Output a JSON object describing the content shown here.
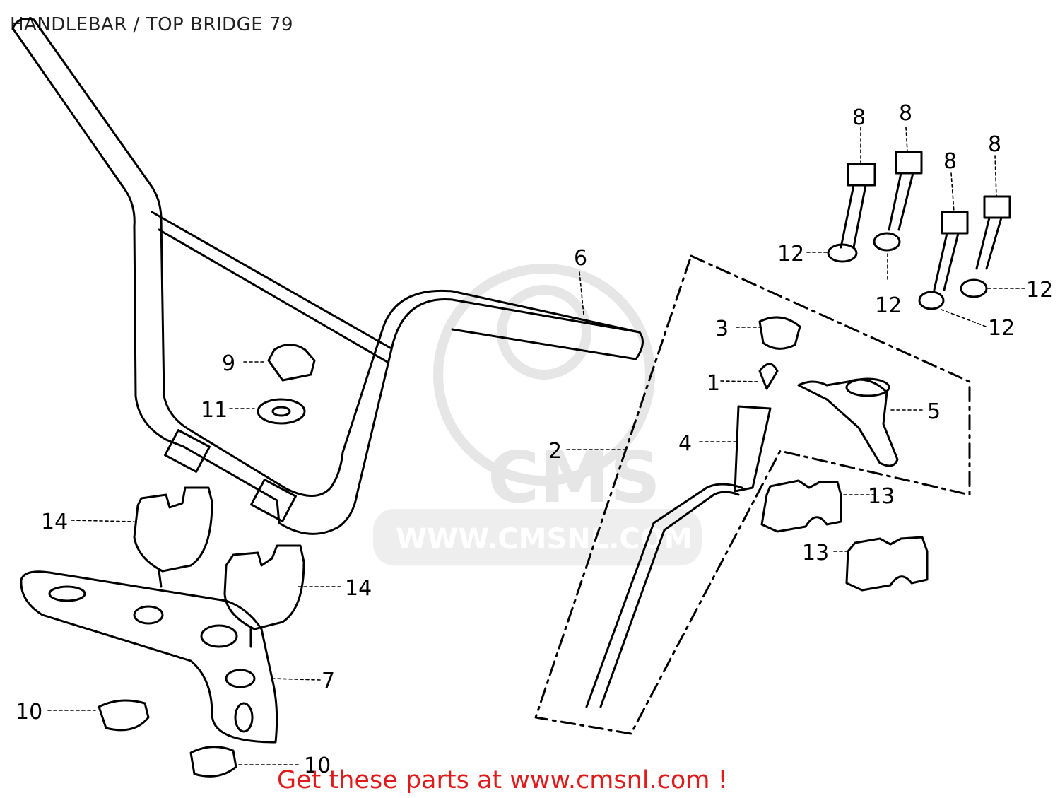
{
  "title": "HANDLEBAR / TOP BRIDGE 79",
  "footer": "Get these parts at www.cmsnl.com !",
  "watermark": {
    "logo_text": "CMS",
    "url_text": "WWW.CMSNL.COM"
  },
  "colors": {
    "line": "#000000",
    "footer": "#e01b1b",
    "watermark": "#e6e6e6"
  },
  "callouts": [
    {
      "id": "c1",
      "label": "1"
    },
    {
      "id": "c2",
      "label": "2"
    },
    {
      "id": "c3",
      "label": "3"
    },
    {
      "id": "c4",
      "label": "4"
    },
    {
      "id": "c5",
      "label": "5"
    },
    {
      "id": "c6",
      "label": "6"
    },
    {
      "id": "c7",
      "label": "7"
    },
    {
      "id": "c8a",
      "label": "8"
    },
    {
      "id": "c8b",
      "label": "8"
    },
    {
      "id": "c8c",
      "label": "8"
    },
    {
      "id": "c8d",
      "label": "8"
    },
    {
      "id": "c9",
      "label": "9"
    },
    {
      "id": "c10a",
      "label": "10"
    },
    {
      "id": "c10b",
      "label": "10"
    },
    {
      "id": "c11",
      "label": "11"
    },
    {
      "id": "c12a",
      "label": "12"
    },
    {
      "id": "c12b",
      "label": "12"
    },
    {
      "id": "c12c",
      "label": "12"
    },
    {
      "id": "c12d",
      "label": "12"
    },
    {
      "id": "c13a",
      "label": "13"
    },
    {
      "id": "c13b",
      "label": "13"
    },
    {
      "id": "c14a",
      "label": "14"
    },
    {
      "id": "c14b",
      "label": "14"
    }
  ]
}
